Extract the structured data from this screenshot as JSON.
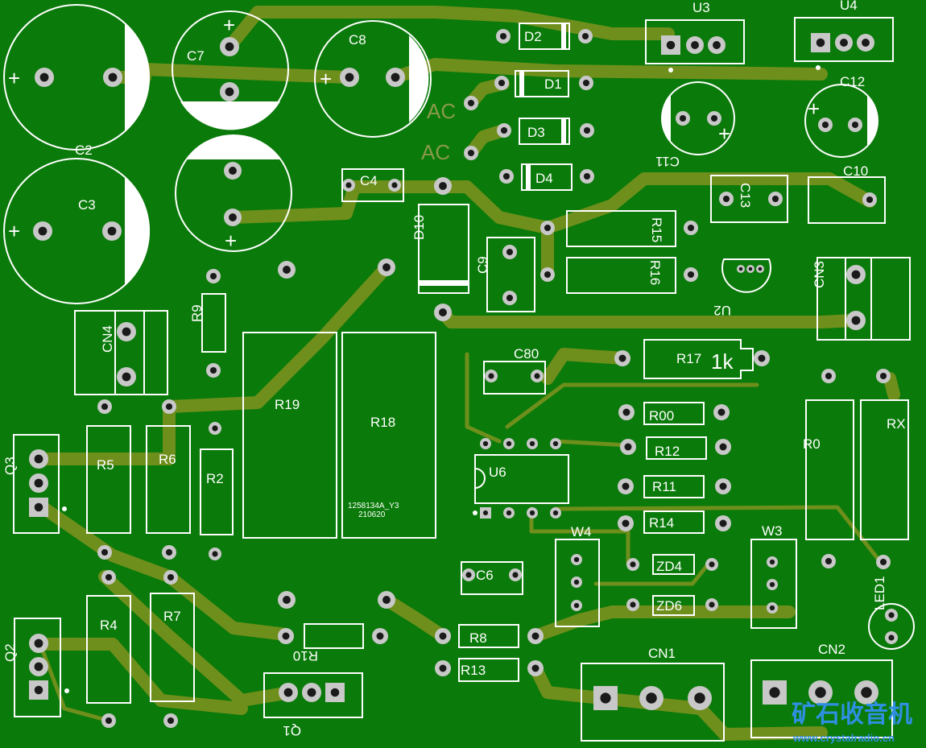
{
  "board": {
    "watermark_text": "矿石收音机",
    "watermark_url": "www.crystalradio.cn",
    "marking_line1": "1258134A_Y3",
    "marking_line2": "210620",
    "colors": {
      "copper": "#0a7a0a",
      "trace": "#6f8f1c",
      "silk": "#ffffff",
      "pad": "#c8c8c8",
      "watermark": "#2f8fe0"
    }
  },
  "labels": {
    "C2": "C2",
    "C3": "C3",
    "C7": "C7",
    "C8": "C8",
    "C4": "C4",
    "C6": "C6",
    "C9": "C9",
    "C10": "C10",
    "C11": "C11",
    "C12": "C12",
    "C13": "C13",
    "C80": "C80",
    "D1": "D1",
    "D2": "D2",
    "D3": "D3",
    "D4": "D4",
    "D10": "D10",
    "U2": "U2",
    "U3": "U3",
    "U4": "U4",
    "U6": "U6",
    "R0": "R0",
    "RX": "RX",
    "R00": "R00",
    "R2": "R2",
    "R4": "R4",
    "R5": "R5",
    "R6": "R6",
    "R7": "R7",
    "R8": "R8",
    "R9": "R9",
    "R10": "R10",
    "R11": "R11",
    "R12": "R12",
    "R13": "R13",
    "R14": "R14",
    "R15": "R15",
    "R16": "R16",
    "R17": "R17",
    "R17_value": "1k",
    "R18": "R18",
    "R19": "R19",
    "CN1": "CN1",
    "CN2": "CN2",
    "CN3": "CN3",
    "CN4": "CN4",
    "Q1": "Q1",
    "Q2": "Q2",
    "Q3": "Q3",
    "W3": "W3",
    "W4": "W4",
    "ZD4": "ZD4",
    "ZD6": "ZD6",
    "LED1": "LED1",
    "AC1": "AC",
    "AC2": "AC",
    "plus": "+"
  }
}
